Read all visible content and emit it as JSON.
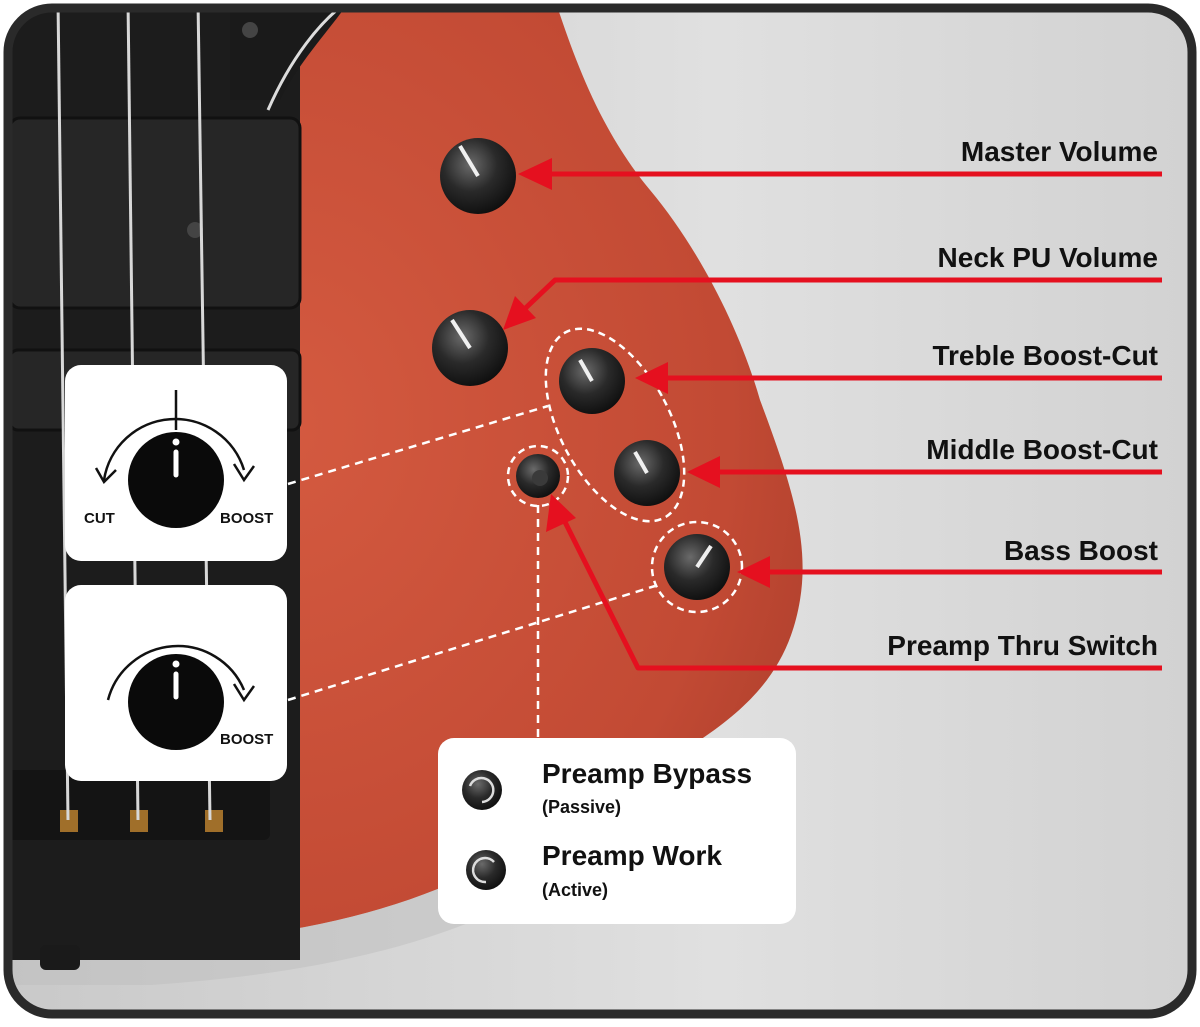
{
  "controls": [
    {
      "id": "master-volume",
      "label": "Master Volume"
    },
    {
      "id": "neck-pu-volume",
      "label": "Neck PU Volume"
    },
    {
      "id": "treble-boost-cut",
      "label": "Treble Boost-Cut"
    },
    {
      "id": "middle-boost-cut",
      "label": "Middle Boost-Cut"
    },
    {
      "id": "bass-boost",
      "label": "Bass Boost"
    },
    {
      "id": "preamp-thru-switch",
      "label": "Preamp Thru Switch"
    }
  ],
  "callout_cut_boost": {
    "cut_label": "CUT",
    "boost_label": "BOOST"
  },
  "callout_boost": {
    "boost_label": "BOOST"
  },
  "legend": {
    "bypass_title": "Preamp Bypass",
    "bypass_sub": "(Passive)",
    "work_title": "Preamp Work",
    "work_sub": "(Active)"
  },
  "colors": {
    "body": "#c5503a",
    "arrow": "#e5101f",
    "background": "#d4d4d4",
    "frame": "#2a2a2a"
  }
}
